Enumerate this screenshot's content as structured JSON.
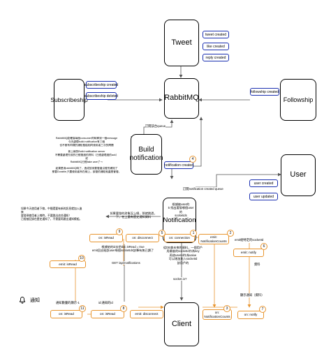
{
  "nodes": {
    "tweet": "Tweet",
    "rabbitmq": "RabbitMQ",
    "subscribeship": "Subscribeship",
    "followship": "Followship",
    "build_notification": "Build\nnotification",
    "user": "User",
    "notification": "Notification",
    "client": "Client"
  },
  "tags": {
    "tweet_created": "tweet created",
    "like_created": "like created",
    "reply_created": "reply created",
    "subscribeship_created": "subscribeship created",
    "subscribeship_deleted": "subscribeship deleted",
    "followship_created": "followship created",
    "notification_created": "notification created",
    "user_created": "user created",
    "user_updated": "user updated"
  },
  "events": {
    "on_isread_top": "on: isRead",
    "on_disconnect_top": "on: disconnect",
    "on_connection": "on: connection",
    "emit_notification_counts_top": "emit:\nNotificationCounts",
    "emit_notify_top": "emit: notify",
    "emit_isread": "emit: isRead",
    "on_isread_bottom": "on: isRead",
    "on_isread_mid": "on: isRead",
    "emit_disconnect": "emit: disconnect",
    "on_notification_counts": "on:\nNotificationCounts",
    "on_notify": "on: notify"
  },
  "badges": {
    "b1": "1",
    "b2": "2",
    "b3": "3",
    "b4": "4",
    "b5": "5",
    "b6": "6",
    "b7": "7",
    "b8": "8",
    "b9": "9",
    "b10": "10",
    "b11": "11"
  },
  "notes": {
    "subscribe_queue": "訂閱該台queue",
    "rabbitmq_desc": "RabbitMQ能確保每個consumer同時拿到一個message\n今天處理build notification有三個\n也不會有同樣的通知發給相同使用者三次的問題\n\n新上線的Build notification server\n不需要處理先前的已經發過的資料（已經處理過的ack）\n或\nRabbitMQ已經take care了～\n\n如果是用rabbitMQ時了，造成放來要發還沒發的通知了\n那要Durable,只要使用者有在線上，該發的通知就還是會發。",
    "notification_created_queue": "訂閱notification created queue",
    "notification_desc": "根據被user的\n5 找出要發哪個user的\nsocketids",
    "offline_note": "如果使用者\n拉時發下來\n然後發在線上。\n找到通知了\n拉下來了",
    "user_offline_desc": "如果今天使用者下線，中間還要有新的訊息就加入進\n來\n要發現使用者上線時，不要跳出這些通知！\n已經被記錄在歷史通知了，不需要再跳出通知模組。",
    "notify_offline": "如果要發的對象沒上線，那就跳過，\n下，在上量有歷史通知資料",
    "isread_desc": "根據給的id去把doc isRead = true\nemit回去給該user每個socketIds該筆有無已讀了",
    "connection_desc": "從DB拿未來的資料，一個用戶\n用最後的socketId作為key\n再放userId作為value\n可以增加加入socketId\n該用戶的",
    "get_notifications": "GET /api/notifications",
    "emit_socket_ids": "emit給特定的socketId",
    "socket_io": "socket.io?",
    "data_label": "資料",
    "display_notify": "顯示通知（資料）",
    "notify_count_unread": "通知數量的顯示-1",
    "isread_id": "id:通知的id",
    "notify_label": "通知"
  },
  "colors": {
    "tag_border": "#1a2fb0",
    "event_border": "#e8952f",
    "arrow": "#555555",
    "orange_arrow": "#e8952f"
  }
}
